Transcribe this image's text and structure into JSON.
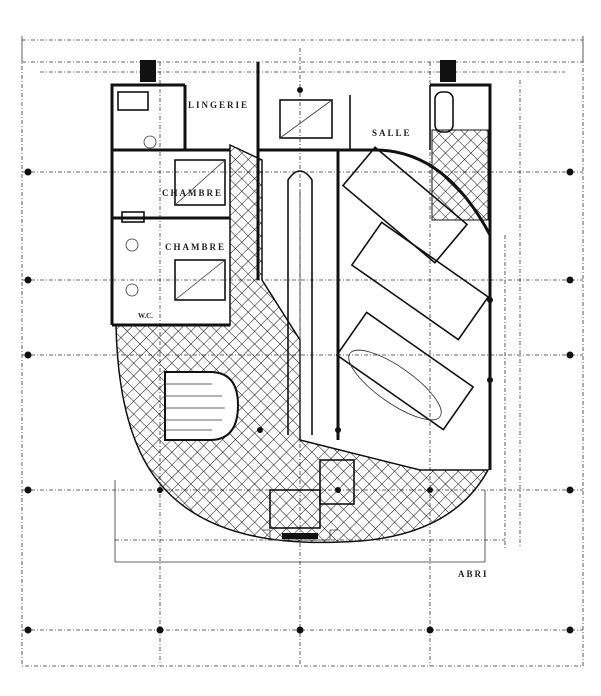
{
  "plan": {
    "rooms": {
      "lingerie": "LINGERIE",
      "salle": "SALLE",
      "chambre_1": "CHAMBRE",
      "chambre_2": "CHAMBRE",
      "wc": "W.C.",
      "abri": "ABRI"
    },
    "colors": {
      "ink": "#111111",
      "paper": "#ffffff"
    }
  }
}
